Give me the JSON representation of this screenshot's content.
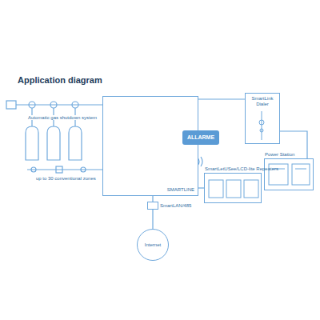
{
  "diagram": {
    "title": "Application diagram",
    "nodes": [
      {
        "text": [
          "SMARTLINE"
        ]
      },
      {
        "text": [
          "ALLARME"
        ]
      },
      {
        "text": [
          "SmartLink Dialer"
        ]
      },
      {
        "text": [
          "Power Station"
        ]
      },
      {
        "text": [
          "SmartLetUSee/LCD-lite Repeaters"
        ]
      },
      {
        "text": [
          "SmartLAN/485"
        ]
      },
      {
        "text": [
          "Internet"
        ]
      }
    ],
    "edges": [
      {
        "from": 0,
        "to": 2,
        "arrow": "none"
      },
      {
        "from": 0,
        "to": 1,
        "arrow": "none"
      },
      {
        "from": 0,
        "to": 4,
        "arrow": "none"
      },
      {
        "from": 2,
        "to": 3,
        "arrow": "none"
      },
      {
        "from": 0,
        "to": 5,
        "arrow": "none"
      },
      {
        "from": 5,
        "to": 6,
        "arrow": "none"
      }
    ],
    "labels": [
      "Automatic gas shutdown system",
      "up to 30 conventional zones"
    ]
  }
}
